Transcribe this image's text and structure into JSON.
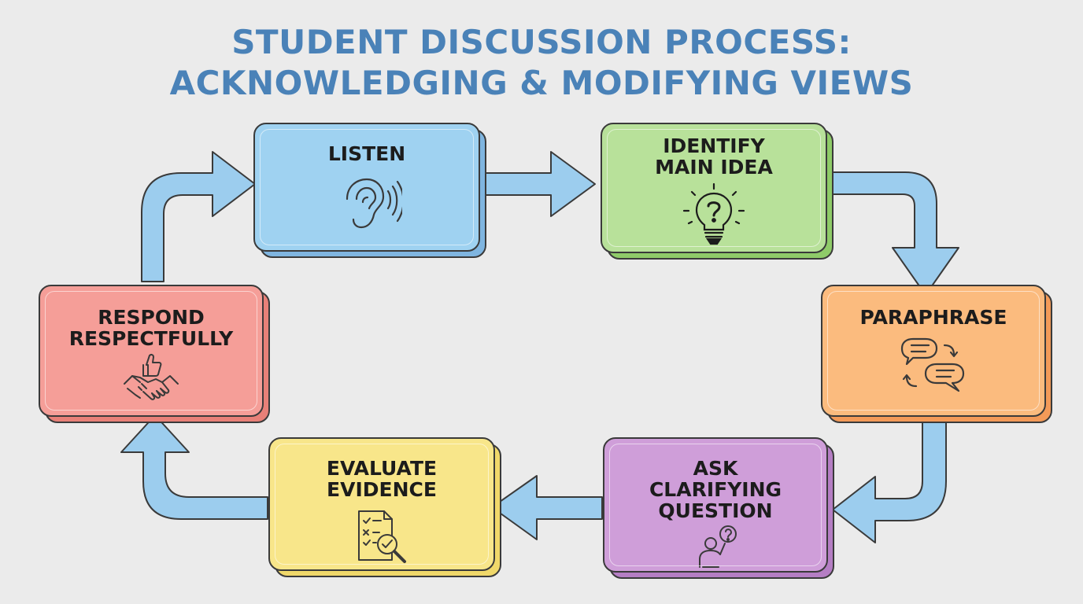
{
  "title": {
    "line1": "STUDENT DISCUSSION PROCESS:",
    "line2": "ACKNOWLEDGING & MODIFYING VIEWS"
  },
  "colors": {
    "title": "#4a82b8",
    "arrow": "#9ccdee",
    "outline": "#3a3a3a"
  },
  "steps": [
    {
      "id": "listen",
      "lines": [
        "LISTEN"
      ],
      "icon": "ear-icon",
      "fill": "#9fd2f1",
      "shadow": "#7fb5e0"
    },
    {
      "id": "identify",
      "lines": [
        "IDENTIFY",
        "MAIN IDEA"
      ],
      "icon": "lightbulb-question-icon",
      "fill": "#b8e19a",
      "shadow": "#8fcb69"
    },
    {
      "id": "paraphrase",
      "lines": [
        "PARAPHRASE"
      ],
      "icon": "speech-bubbles-icon",
      "fill": "#fbbb7e",
      "shadow": "#f39a58"
    },
    {
      "id": "ask",
      "lines": [
        "ASK",
        "CLARIFYING",
        "QUESTION"
      ],
      "icon": "person-question-icon",
      "fill": "#cf9ed9",
      "shadow": "#b57ec4"
    },
    {
      "id": "evaluate",
      "lines": [
        "EVALUATE",
        "EVIDENCE"
      ],
      "icon": "document-magnifier-icon",
      "fill": "#f8e68a",
      "shadow": "#f0d86a"
    },
    {
      "id": "respond",
      "lines": [
        "RESPOND",
        "RESPECTFULLY"
      ],
      "icon": "handshake-thumbsup-icon",
      "fill": "#f59e98",
      "shadow": "#e88078"
    }
  ]
}
